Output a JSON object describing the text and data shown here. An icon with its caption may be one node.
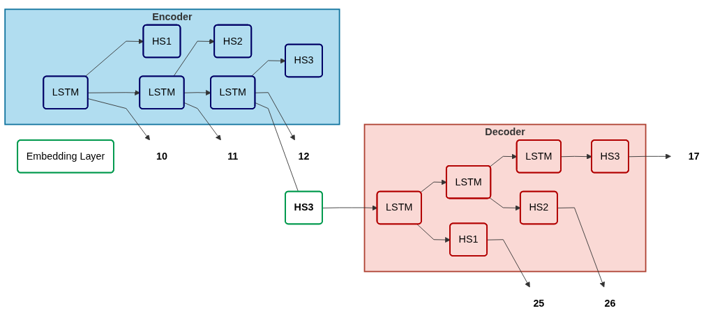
{
  "diagram": {
    "nodes": [
      {
        "text": [
          "Encoder"
        ]
      },
      {
        "text": [
          "HS1"
        ],
        "in": 0
      },
      {
        "text": [
          "HS2"
        ],
        "in": 0
      },
      {
        "text": [
          "HS3"
        ],
        "in": 0
      },
      {
        "text": [
          "LSTM"
        ],
        "in": 0
      },
      {
        "text": [
          "LSTM"
        ],
        "in": 0
      },
      {
        "text": [
          "LSTM"
        ],
        "in": 0
      },
      {
        "text": [
          "Embedding Layer"
        ]
      },
      {
        "text": [
          "10"
        ]
      },
      {
        "text": [
          "11"
        ]
      },
      {
        "text": [
          "12"
        ]
      },
      {
        "text": [
          "HS3"
        ]
      },
      {
        "text": [
          "Decoder"
        ]
      },
      {
        "text": [
          "HS1"
        ],
        "in": 12
      },
      {
        "text": [
          "HS2"
        ],
        "in": 12
      },
      {
        "text": [
          "HS3"
        ],
        "in": 12
      },
      {
        "text": [
          "LSTM"
        ],
        "in": 12
      },
      {
        "text": [
          "LSTM"
        ],
        "in": 12
      },
      {
        "text": [
          "LSTM"
        ],
        "in": 12
      },
      {
        "text": [
          "25"
        ]
      },
      {
        "text": [
          "26"
        ]
      },
      {
        "text": [
          "17"
        ]
      }
    ],
    "edges": [
      {
        "from": 4,
        "to": 1,
        "arrow": "to"
      },
      {
        "from": 5,
        "to": 2,
        "arrow": "to"
      },
      {
        "from": 6,
        "to": 3,
        "arrow": "to"
      },
      {
        "from": 4,
        "to": 5,
        "arrow": "to"
      },
      {
        "from": 5,
        "to": 6,
        "arrow": "to"
      },
      {
        "from": 4,
        "to": 8,
        "arrow": "to"
      },
      {
        "from": 5,
        "to": 9,
        "arrow": "to"
      },
      {
        "from": 6,
        "to": 10,
        "arrow": "to"
      },
      {
        "from": 6,
        "to": 11,
        "arrow": "none"
      },
      {
        "from": 11,
        "to": 16,
        "arrow": "to"
      },
      {
        "from": 16,
        "to": 13,
        "arrow": "to"
      },
      {
        "from": 17,
        "to": 14,
        "arrow": "to"
      },
      {
        "from": 18,
        "to": 15,
        "arrow": "to"
      },
      {
        "from": 16,
        "to": 17,
        "arrow": "to"
      },
      {
        "from": 17,
        "to": 18,
        "arrow": "to"
      },
      {
        "from": 13,
        "to": 19,
        "arrow": "to"
      },
      {
        "from": 14,
        "to": 20,
        "arrow": "to"
      },
      {
        "from": 15,
        "to": 21,
        "arrow": "to"
      }
    ]
  }
}
